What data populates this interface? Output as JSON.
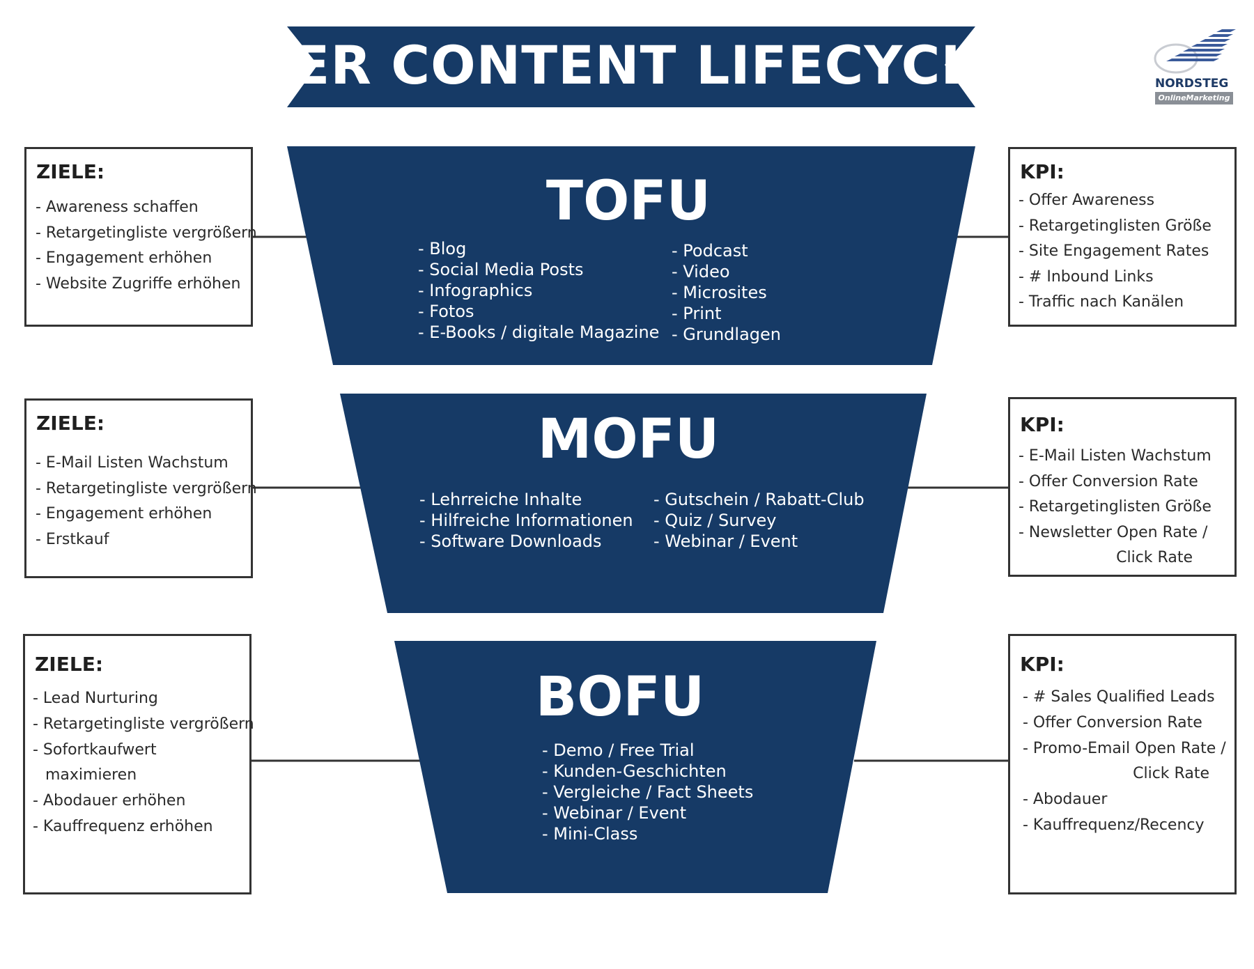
{
  "header": {
    "title": "DER CONTENT LIFECYCLE"
  },
  "logo": {
    "name": "NORDSTEG",
    "tagline": "OnlineMarketing",
    "icon": "stacked-stairs-logo-icon"
  },
  "colors": {
    "navy": "#163a66",
    "box_border": "#333333",
    "connector": "#333333",
    "logo_gray": "#8a8f96"
  },
  "stages": [
    {
      "name": "TOFU",
      "left_items": [
        "- Blog",
        "- Social Media Posts",
        "- Infographics",
        "- Fotos",
        "- E-Books / digitale Magazine"
      ],
      "right_items": [
        "- Podcast",
        "- Video",
        "- Microsites",
        "- Print",
        "- Grundlagen"
      ],
      "ziele": {
        "heading": "ZIELE:",
        "items": [
          "- Awareness schaffen",
          "- Retargetingliste vergrößern",
          "- Engagement erhöhen",
          "- Website Zugriffe erhöhen"
        ]
      },
      "kpi": {
        "heading": "KPI:",
        "items": [
          "- Offer Awareness",
          "- Retargetinglisten Größe",
          "- Site Engagement Rates",
          "- # Inbound Links",
          "- Traffic nach Kanälen"
        ]
      }
    },
    {
      "name": "MOFU",
      "left_items": [
        "- Lehrreiche Inhalte",
        "- Hilfreiche Informationen",
        "- Software Downloads"
      ],
      "right_items": [
        "- Gutschein / Rabatt-Club",
        "- Quiz / Survey",
        "- Webinar / Event"
      ],
      "ziele": {
        "heading": "ZIELE:",
        "items": [
          "- E-Mail Listen Wachstum",
          "- Retargetingliste vergrößern",
          "- Engagement erhöhen",
          "- Erstkauf"
        ]
      },
      "kpi": {
        "heading": "KPI:",
        "items": [
          "- E-Mail Listen Wachstum",
          "- Offer Conversion Rate",
          "- Retargetinglisten Größe",
          "- Newsletter Open Rate /",
          "Click Rate"
        ]
      }
    },
    {
      "name": "BOFU",
      "left_items": [
        "- Demo / Free Trial",
        "- Kunden-Geschichten",
        "- Vergleiche / Fact Sheets",
        "- Webinar / Event",
        "- Mini-Class"
      ],
      "right_items": [],
      "ziele": {
        "heading": "ZIELE:",
        "items": [
          "- Lead Nurturing",
          "- Retargetingliste vergrößern",
          "- Sofortkaufwert",
          "maximieren",
          "- Abodauer erhöhen",
          "- Kauffrequenz erhöhen"
        ]
      },
      "kpi": {
        "heading": "KPI:",
        "items": [
          "- # Sales Qualified Leads",
          "- Offer Conversion Rate",
          "- Promo-Email Open Rate /",
          "Click Rate",
          "- Abodauer",
          "- Kauffrequenz/Recency"
        ]
      }
    }
  ]
}
